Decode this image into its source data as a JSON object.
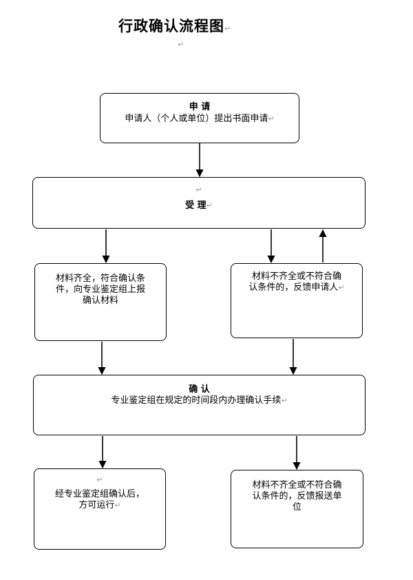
{
  "title": "行政确认流程图",
  "boxes": {
    "apply": {
      "heading": "申      请",
      "body": "申请人（个人或单位）提出书面申请"
    },
    "accept": {
      "heading": "受      理"
    },
    "complete": {
      "line1": "材料齐全，符合确认条",
      "line2": "件，向专业鉴定组上报",
      "line3": "确认材料"
    },
    "incomplete_feedback_applicant": {
      "line1": "材料不齐全或不符合确",
      "line2": "认条件的，反馈申请人"
    },
    "confirm": {
      "heading": "确      认",
      "body": "专业鉴定组在规定的时间段内办理确认手续"
    },
    "approved": {
      "line1": "经专业鉴定组确认后，",
      "line2": "方可运行"
    },
    "incomplete_feedback_unit": {
      "line1": "材料不齐全或不符合确",
      "line2": "认条件的，反馈报送单",
      "line3": "位"
    }
  }
}
